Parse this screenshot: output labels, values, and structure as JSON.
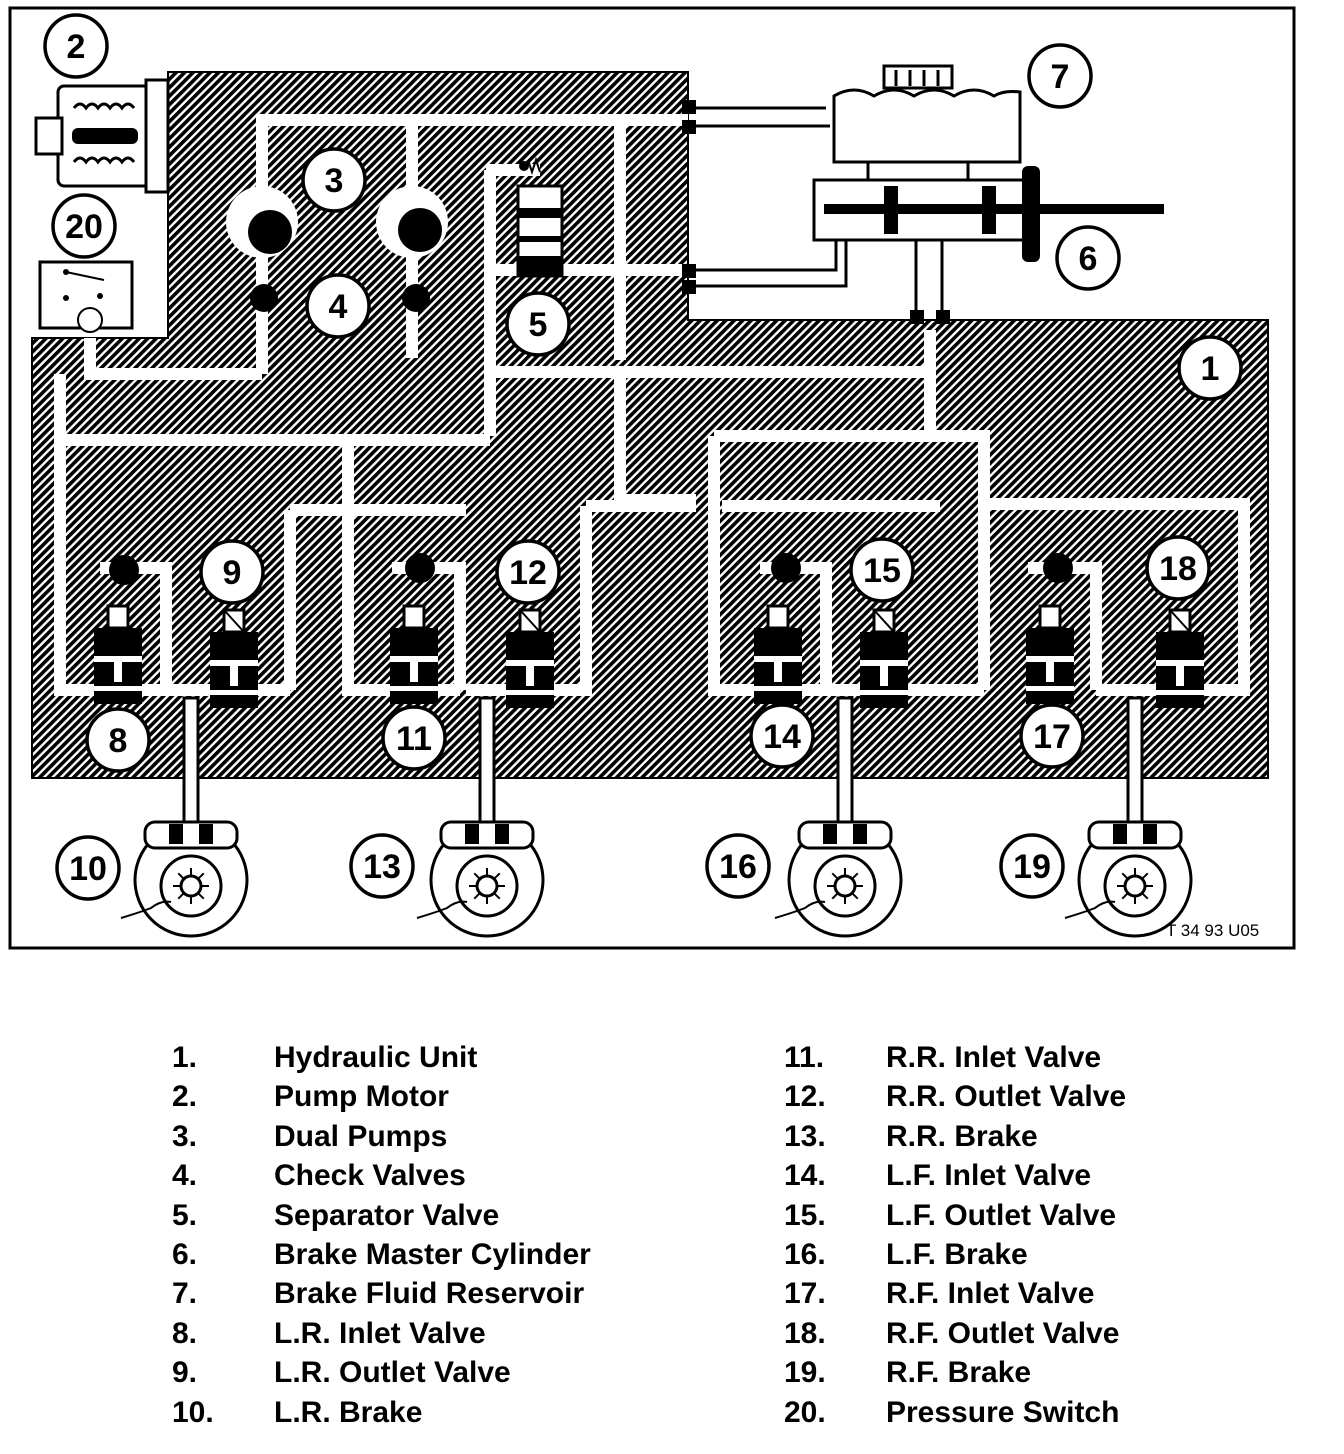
{
  "diagram": {
    "callouts": [
      {
        "n": "1"
      },
      {
        "n": "2"
      },
      {
        "n": "3"
      },
      {
        "n": "4"
      },
      {
        "n": "5"
      },
      {
        "n": "6"
      },
      {
        "n": "7"
      },
      {
        "n": "8"
      },
      {
        "n": "9"
      },
      {
        "n": "10"
      },
      {
        "n": "11"
      },
      {
        "n": "12"
      },
      {
        "n": "13"
      },
      {
        "n": "14"
      },
      {
        "n": "15"
      },
      {
        "n": "16"
      },
      {
        "n": "17"
      },
      {
        "n": "18"
      },
      {
        "n": "19"
      },
      {
        "n": "20"
      }
    ],
    "figure_code": "T 34 93 U05"
  },
  "legend": {
    "left": [
      {
        "num": "1.",
        "label": "Hydraulic Unit"
      },
      {
        "num": "2.",
        "label": "Pump Motor"
      },
      {
        "num": "3.",
        "label": "Dual Pumps"
      },
      {
        "num": "4.",
        "label": "Check Valves"
      },
      {
        "num": "5.",
        "label": "Separator Valve"
      },
      {
        "num": "6.",
        "label": "Brake Master Cylinder"
      },
      {
        "num": "7.",
        "label": "Brake Fluid Reservoir"
      },
      {
        "num": "8.",
        "label": "L.R. Inlet Valve"
      },
      {
        "num": "9.",
        "label": "L.R. Outlet Valve"
      },
      {
        "num": "10.",
        "label": "L.R. Brake"
      }
    ],
    "right": [
      {
        "num": "11.",
        "label": "R.R. Inlet Valve"
      },
      {
        "num": "12.",
        "label": "R.R. Outlet Valve"
      },
      {
        "num": "13.",
        "label": "R.R. Brake"
      },
      {
        "num": "14.",
        "label": "L.F. Inlet Valve"
      },
      {
        "num": "15.",
        "label": "L.F. Outlet Valve"
      },
      {
        "num": "16.",
        "label": "L.F. Brake"
      },
      {
        "num": "17.",
        "label": "R.F. Inlet Valve"
      },
      {
        "num": "18.",
        "label": "R.F. Outlet Valve"
      },
      {
        "num": "19.",
        "label": "R.F. Brake"
      },
      {
        "num": "20.",
        "label": "Pressure Switch"
      }
    ]
  }
}
